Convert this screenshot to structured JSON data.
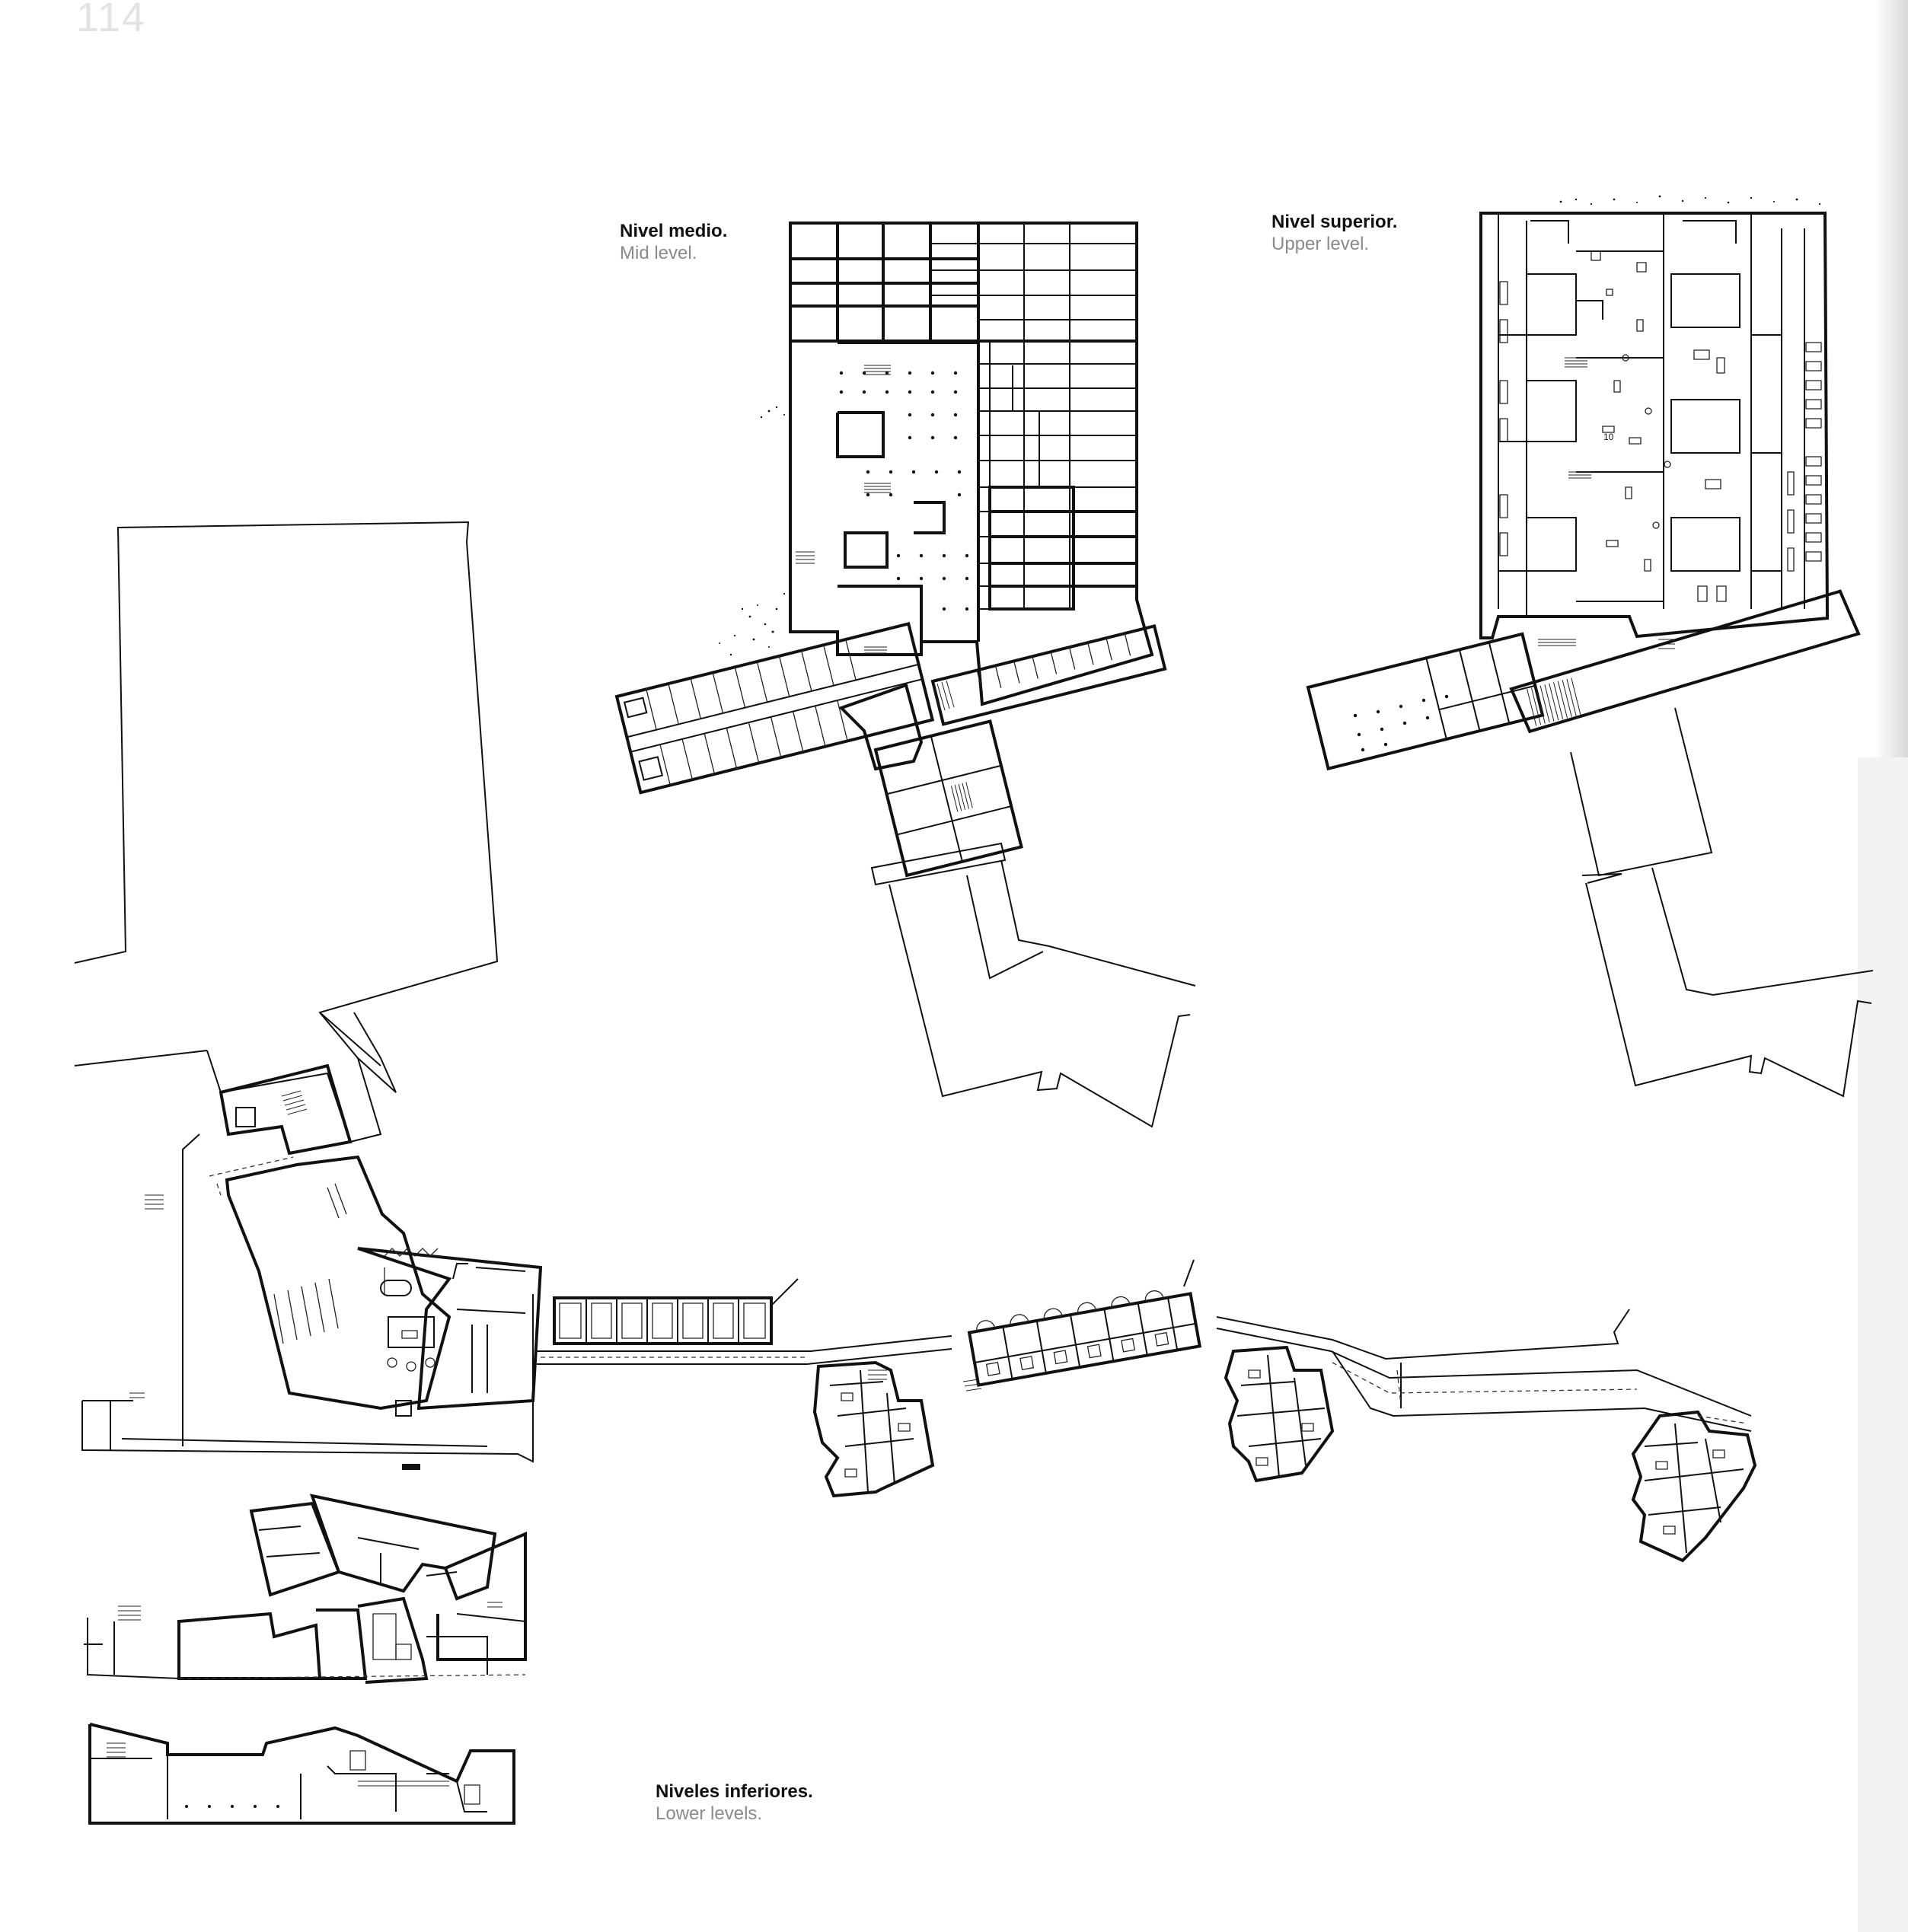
{
  "page_number": "114",
  "labels": {
    "mid": {
      "es": "Nivel medio.",
      "en": "Mid level."
    },
    "upper": {
      "es": "Nivel superior.",
      "en": "Upper level."
    },
    "lower": {
      "es": "Niveles inferiores.",
      "en": "Lower levels."
    }
  },
  "annotations": {
    "room_number": "10"
  },
  "colors": {
    "linework": "#111111",
    "english_caption": "#8a8a8a",
    "background": "#ffffff"
  }
}
